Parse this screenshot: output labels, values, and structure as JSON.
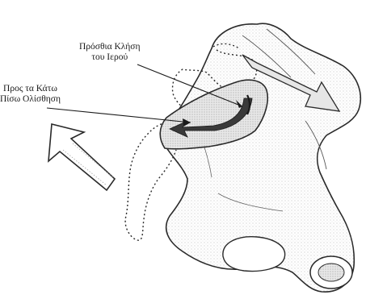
{
  "labels": {
    "anterior_tilt": {
      "line1": "Πρόσθια Κλήση",
      "line2": "του Ιερού"
    },
    "posterior_slip": {
      "line1": "Προς τα Κάτω",
      "line2": "Πίσω Ολίσθηση"
    }
  },
  "colors": {
    "ink": "#2a2a2a",
    "paper": "#ffffff",
    "shade": "#cfcfcf",
    "dark_arrow": "#3a3a3a"
  }
}
